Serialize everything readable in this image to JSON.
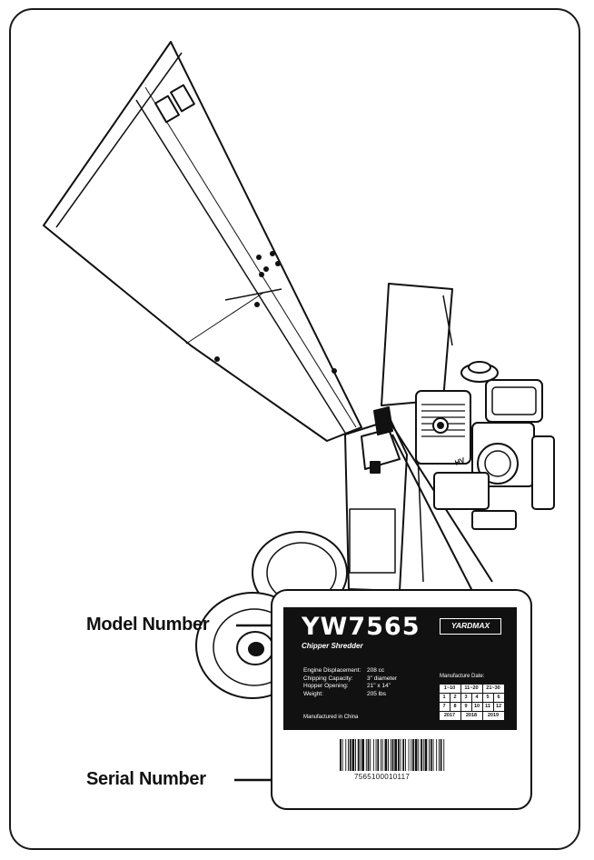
{
  "callouts": {
    "model_label": "Model Number",
    "serial_label": "Serial Number"
  },
  "label": {
    "model": "YW7565",
    "subtitle": "Chipper Shredder",
    "brand": "YARDMAX",
    "specs": [
      {
        "key": "Engine Displacement:",
        "value": "208 cc"
      },
      {
        "key": "Chipping Capacity:",
        "value": "3\" diameter"
      },
      {
        "key": "Hopper Opening:",
        "value": "21\" x 14\""
      },
      {
        "key": "Weight:",
        "value": "205 lbs"
      }
    ],
    "manufactured_in": "Manufactured in China",
    "date_title": "Manufacture Date:",
    "date_rows": [
      [
        "1~10",
        "11~20",
        "21~30"
      ],
      [
        "1",
        "2",
        "3",
        "4",
        "5",
        "6"
      ],
      [
        "7",
        "8",
        "9",
        "10",
        "11",
        "12"
      ],
      [
        "2017",
        "2018",
        "2019"
      ]
    ],
    "serial": "7565100010117"
  },
  "engine_badge": "HV",
  "colors": {
    "line": "#111111",
    "background": "#ffffff"
  }
}
